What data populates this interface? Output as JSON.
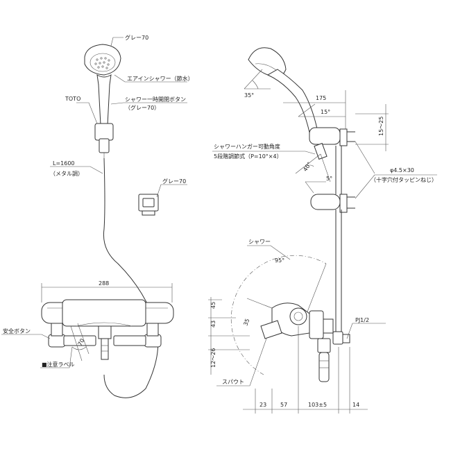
{
  "labels": {
    "gray70_top": "グレー70",
    "eco_shower": "エアインシャワー（節水）",
    "toto": "TOTO",
    "pause_button": "シャワー一時開閉ボタン",
    "pause_button_color": "（グレー70）",
    "hose_length": "L=1600",
    "hose_type": "（メタル調）",
    "gray70_hook": "グレー70",
    "safety_button": "安全ボタン",
    "caution_label": "■注意ラベル",
    "hanger_angle": "シャワーハンガー可動角度",
    "hanger_steps": "5段階調節式（P=10°×4）",
    "screw": "φ4.5×30",
    "screw_type": "（十字穴付タッピンねじ）",
    "shower": "シャワー",
    "spout": "スパウト",
    "pipe_thread": "PJ1/2"
  },
  "dimensions": {
    "body_width": "288",
    "valve_angle": "70",
    "head_angle": "35°",
    "d175": "175",
    "d15deg": "15°",
    "d15_25": "15～25",
    "d40deg": "40°",
    "d5deg": "5°",
    "d95deg": "95°",
    "d45": "45",
    "d43": "43",
    "d35": "35",
    "d12_26": "12～26",
    "d23": "23",
    "d57": "57",
    "d103": "103±5",
    "d14": "14"
  }
}
